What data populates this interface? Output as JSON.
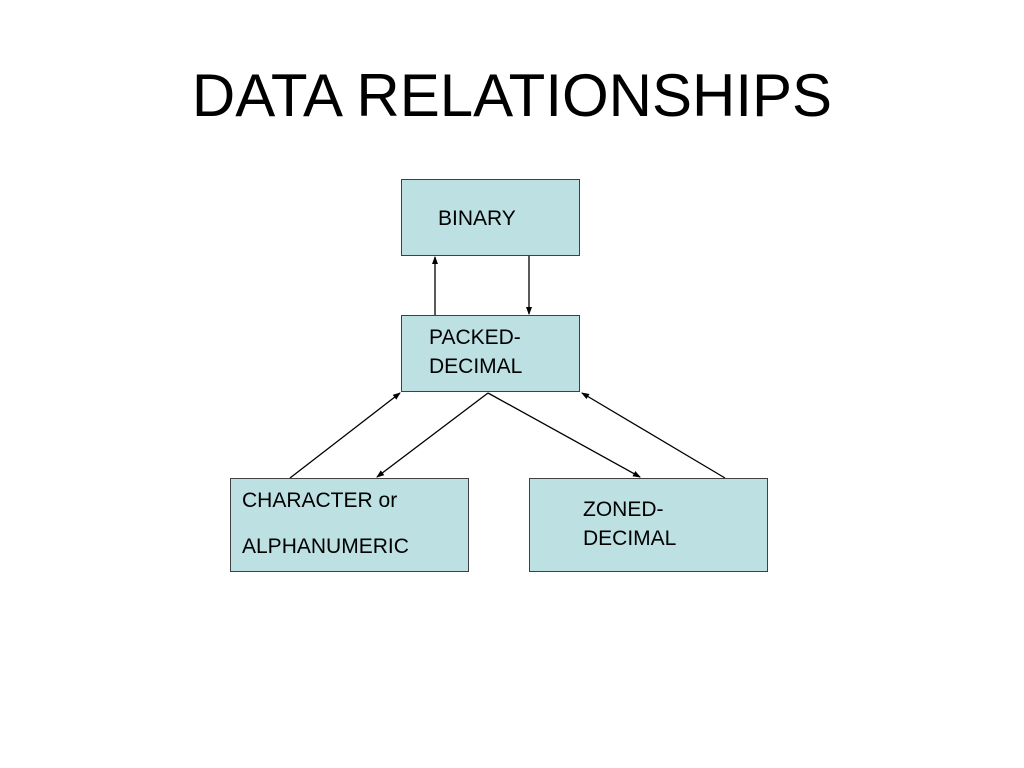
{
  "slide": {
    "title": "DATA RELATIONSHIPS"
  },
  "colors": {
    "box_fill": "#bde0e3",
    "box_border": "#404040",
    "connector": "#000000",
    "background": "#ffffff"
  },
  "nodes": {
    "binary": {
      "lines": [
        "BINARY"
      ]
    },
    "packed_decimal": {
      "lines": [
        "PACKED-",
        "DECIMAL"
      ]
    },
    "character": {
      "lines": [
        "CHARACTER or",
        "ALPHANUMERIC"
      ]
    },
    "zoned_decimal": {
      "lines": [
        "ZONED-",
        "DECIMAL"
      ]
    }
  },
  "edges": [
    {
      "from": "packed_decimal",
      "to": "binary"
    },
    {
      "from": "binary",
      "to": "packed_decimal"
    },
    {
      "from": "character",
      "to": "packed_decimal"
    },
    {
      "from": "packed_decimal",
      "to": "character"
    },
    {
      "from": "packed_decimal",
      "to": "zoned_decimal"
    },
    {
      "from": "zoned_decimal",
      "to": "packed_decimal"
    }
  ]
}
